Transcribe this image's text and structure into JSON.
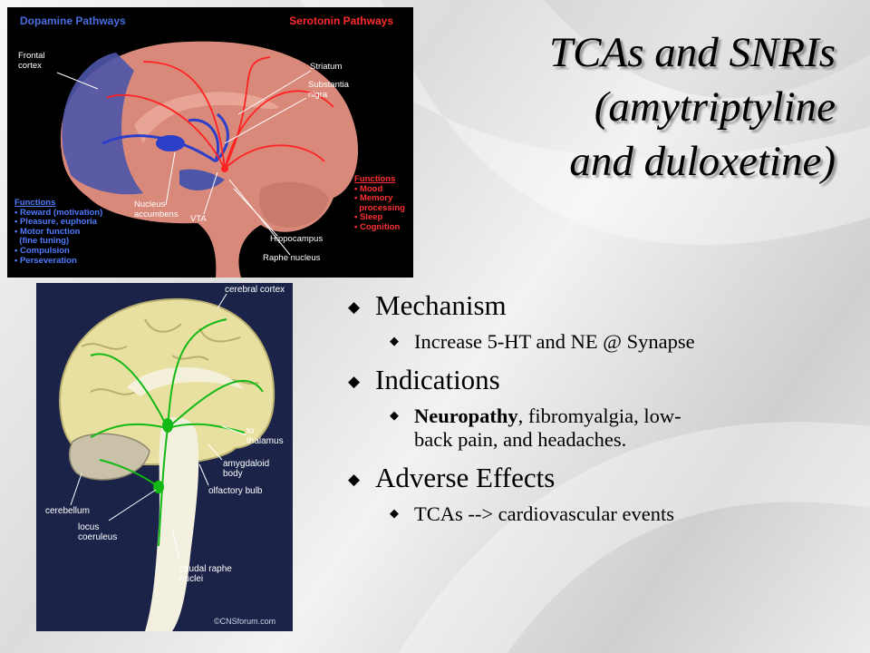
{
  "slide": {
    "title_lines": [
      "TCAs and SNRIs",
      "(amytriptyline",
      "and duloxetine)"
    ],
    "bullets": [
      {
        "heading": "Mechanism",
        "sub": [
          {
            "bold": "",
            "text": "Increase 5-HT and NE @ Synapse"
          }
        ]
      },
      {
        "heading": "Indications",
        "sub": [
          {
            "bold": "Neuropathy",
            "text": ", fibromyalgia, low-back pain, and headaches.",
            "lines": [
              ", fibromyalgia, low-",
              "back pain, and headaches."
            ]
          }
        ]
      },
      {
        "heading": "Adverse Effects",
        "sub": [
          {
            "bold": "",
            "text": "TCAs --> cardiovascular events"
          }
        ]
      }
    ],
    "bullet_glyph": "◆"
  },
  "figure_pathways": {
    "dopamine_title": "Dopamine Pathways",
    "serotonin_title": "Serotonin Pathways",
    "labels": {
      "frontal": [
        "Frontal",
        "cortex"
      ],
      "striatum": "Striatum",
      "substantia": [
        "Substantia",
        "nigra"
      ],
      "nucleus": [
        "Nucleus",
        "accumbens"
      ],
      "vta": "VTA",
      "hippocampus": "Hippocampus",
      "raphe": "Raphe nucleus"
    },
    "dopamine_functions": {
      "title": "Functions",
      "items": [
        "• Reward (motivation)",
        "• Pleasure, euphoria",
        "• Motor function",
        "  (fine tuning)",
        "• Compulsion",
        "• Perseveration"
      ]
    },
    "serotonin_functions": {
      "title": "Functions",
      "items": [
        "• Mood",
        "• Memory",
        "  processing",
        "• Sleep",
        "• Cognition"
      ]
    },
    "colors": {
      "dopamine": "#4a6de0",
      "serotonin": "#ff2a2a",
      "brain": "#d9897a"
    }
  },
  "figure_cortex": {
    "labels": {
      "cortex": "cerebral cortex",
      "thalamus": [
        "to",
        "thalamus"
      ],
      "amygdaloid": [
        "amygdaloid",
        "body"
      ],
      "olfactory": "olfactory bulb",
      "cerebellum": "cerebellum",
      "locus": [
        "locus",
        "coeruleus"
      ],
      "caudal": [
        "caudal raphe",
        "nuclei"
      ],
      "credit": "©CNSforum.com"
    },
    "colors": {
      "cortex": "#e8e0a0",
      "pathway": "#12b814",
      "background": "#1b2348"
    }
  }
}
